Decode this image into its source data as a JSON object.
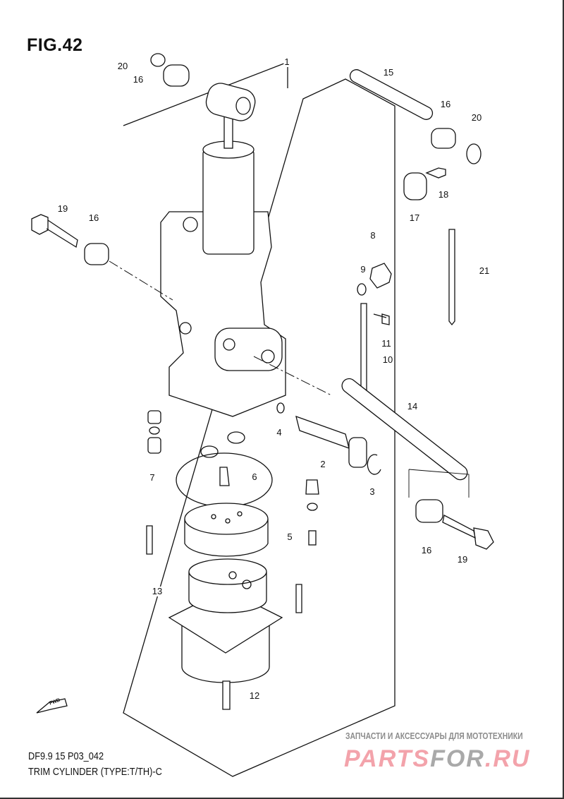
{
  "figure_title": "FIG.42",
  "footer": {
    "code": "DF9.9 15 P03_042",
    "title": "TRIM CYLINDER (TYPE:T/TH)-C"
  },
  "watermark": {
    "subtitle": "ЗАПЧАСТИ И АКСЕССУАРЫ ДЛЯ МОТОТЕХНИКИ",
    "part1": "PARTS",
    "part2": "FOR",
    "part3": ".RU"
  },
  "fwd_label": "FWD",
  "callouts": [
    {
      "id": "c1",
      "text": "1"
    },
    {
      "id": "c15",
      "text": "15"
    },
    {
      "id": "c16a",
      "text": "16"
    },
    {
      "id": "c20a",
      "text": "20"
    },
    {
      "id": "c20b",
      "text": "20"
    },
    {
      "id": "c16b",
      "text": "16"
    },
    {
      "id": "c19a",
      "text": "19"
    },
    {
      "id": "c16c",
      "text": "16"
    },
    {
      "id": "c17",
      "text": "17"
    },
    {
      "id": "c18",
      "text": "18"
    },
    {
      "id": "c8",
      "text": "8"
    },
    {
      "id": "c9",
      "text": "9"
    },
    {
      "id": "c21",
      "text": "21"
    },
    {
      "id": "c11",
      "text": "11"
    },
    {
      "id": "c10",
      "text": "10"
    },
    {
      "id": "c14",
      "text": "14"
    },
    {
      "id": "c4",
      "text": "4"
    },
    {
      "id": "c2",
      "text": "2"
    },
    {
      "id": "c3",
      "text": "3"
    },
    {
      "id": "c7",
      "text": "7"
    },
    {
      "id": "c6",
      "text": "6"
    },
    {
      "id": "c5",
      "text": "5"
    },
    {
      "id": "c16d",
      "text": "16"
    },
    {
      "id": "c19b",
      "text": "19"
    },
    {
      "id": "c13",
      "text": "13"
    },
    {
      "id": "c12",
      "text": "12"
    }
  ]
}
